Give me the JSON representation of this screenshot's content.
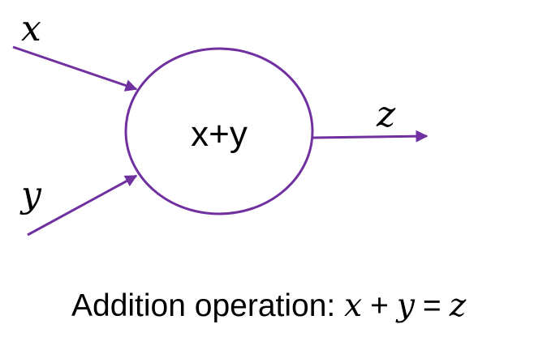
{
  "diagram": {
    "inputs": [
      {
        "name": "input-x",
        "label": "x"
      },
      {
        "name": "input-y",
        "label": "y"
      }
    ],
    "node": {
      "label": "x+y"
    },
    "output": {
      "label": "z"
    },
    "caption": {
      "text": "Addition operation: ",
      "equation": {
        "lhs_a": "x",
        "op_plus": "+",
        "lhs_b": "y",
        "op_eq": "=",
        "rhs": "z"
      }
    },
    "colors": {
      "stroke": "#7030a0",
      "text": "#000000"
    }
  }
}
